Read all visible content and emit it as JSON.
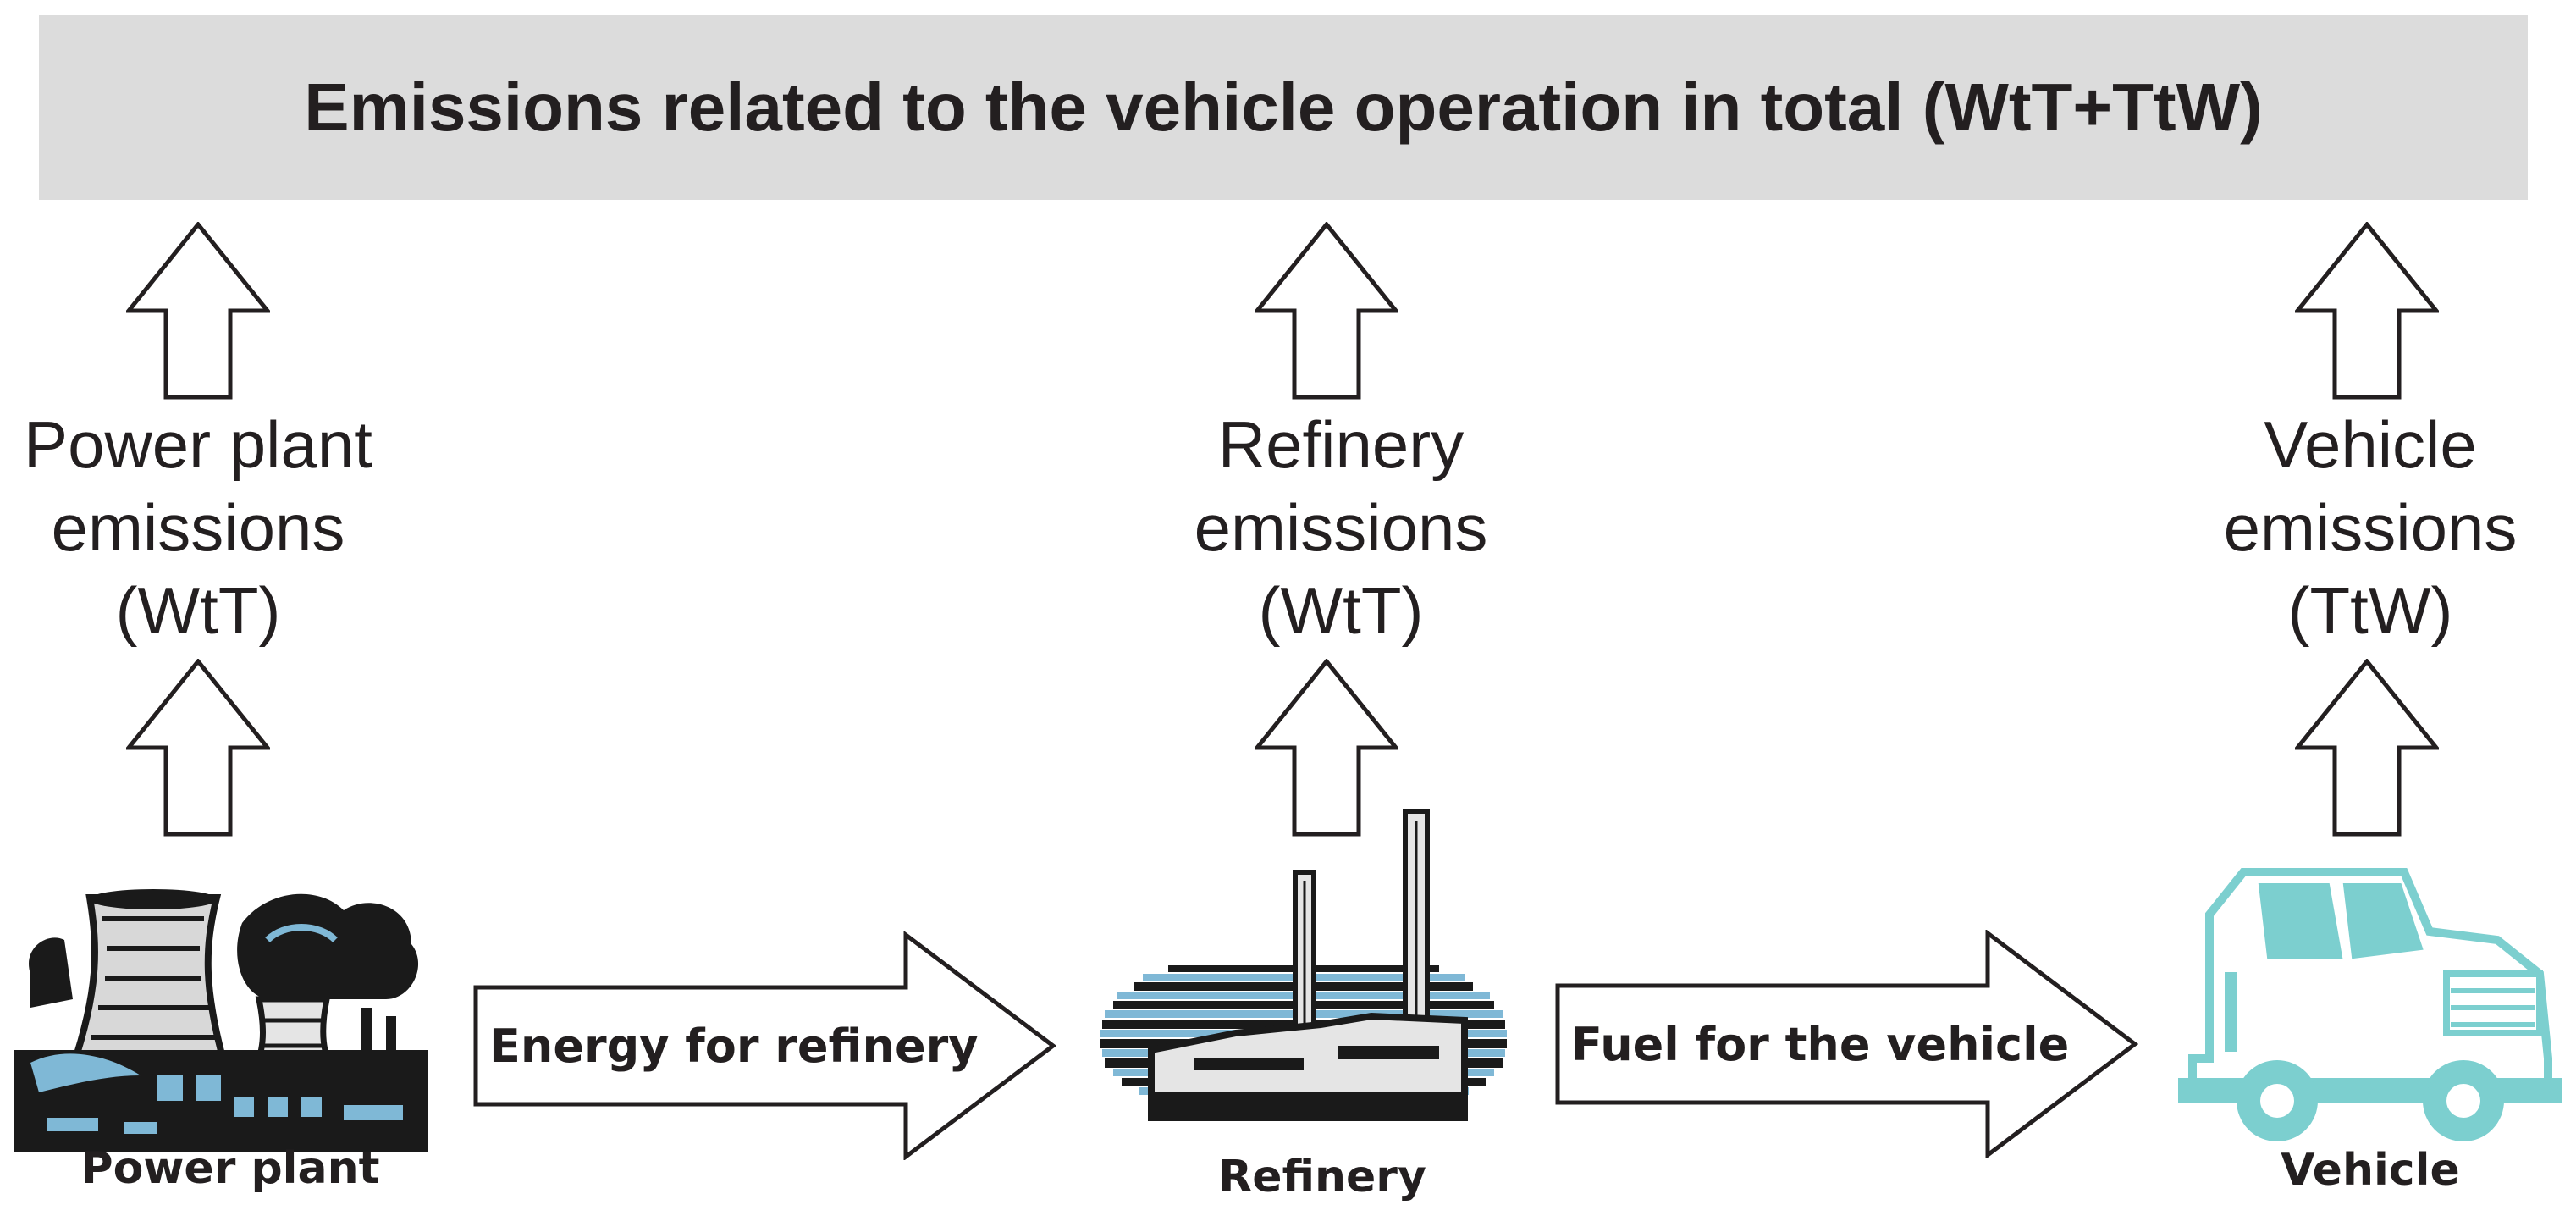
{
  "banner": {
    "title": "Emissions related to the vehicle operation in total (WtT+TtW)"
  },
  "emissions": [
    {
      "line1": "Power plant",
      "line2": "emissions",
      "line3": "(WtT)"
    },
    {
      "line1": "Refinery",
      "line2": "emissions",
      "line3": "(WtT)"
    },
    {
      "line1": "Vehicle",
      "line2": "emissions",
      "line3": "(TtW)"
    }
  ],
  "nodes": [
    {
      "label": "Power plant",
      "icon": "power-plant-icon"
    },
    {
      "label": "Refinery",
      "icon": "refinery-icon"
    },
    {
      "label": "Vehicle",
      "icon": "truck-icon"
    }
  ],
  "flows": [
    {
      "label": "Energy for refinery"
    },
    {
      "label": "Fuel for the vehicle"
    }
  ],
  "colors": {
    "banner_bg": "#dcdcdc",
    "text": "#231f20",
    "icon_dark": "#1a1a1a",
    "icon_blue": "#7fb8d6",
    "truck_teal": "#7ccfcf"
  }
}
